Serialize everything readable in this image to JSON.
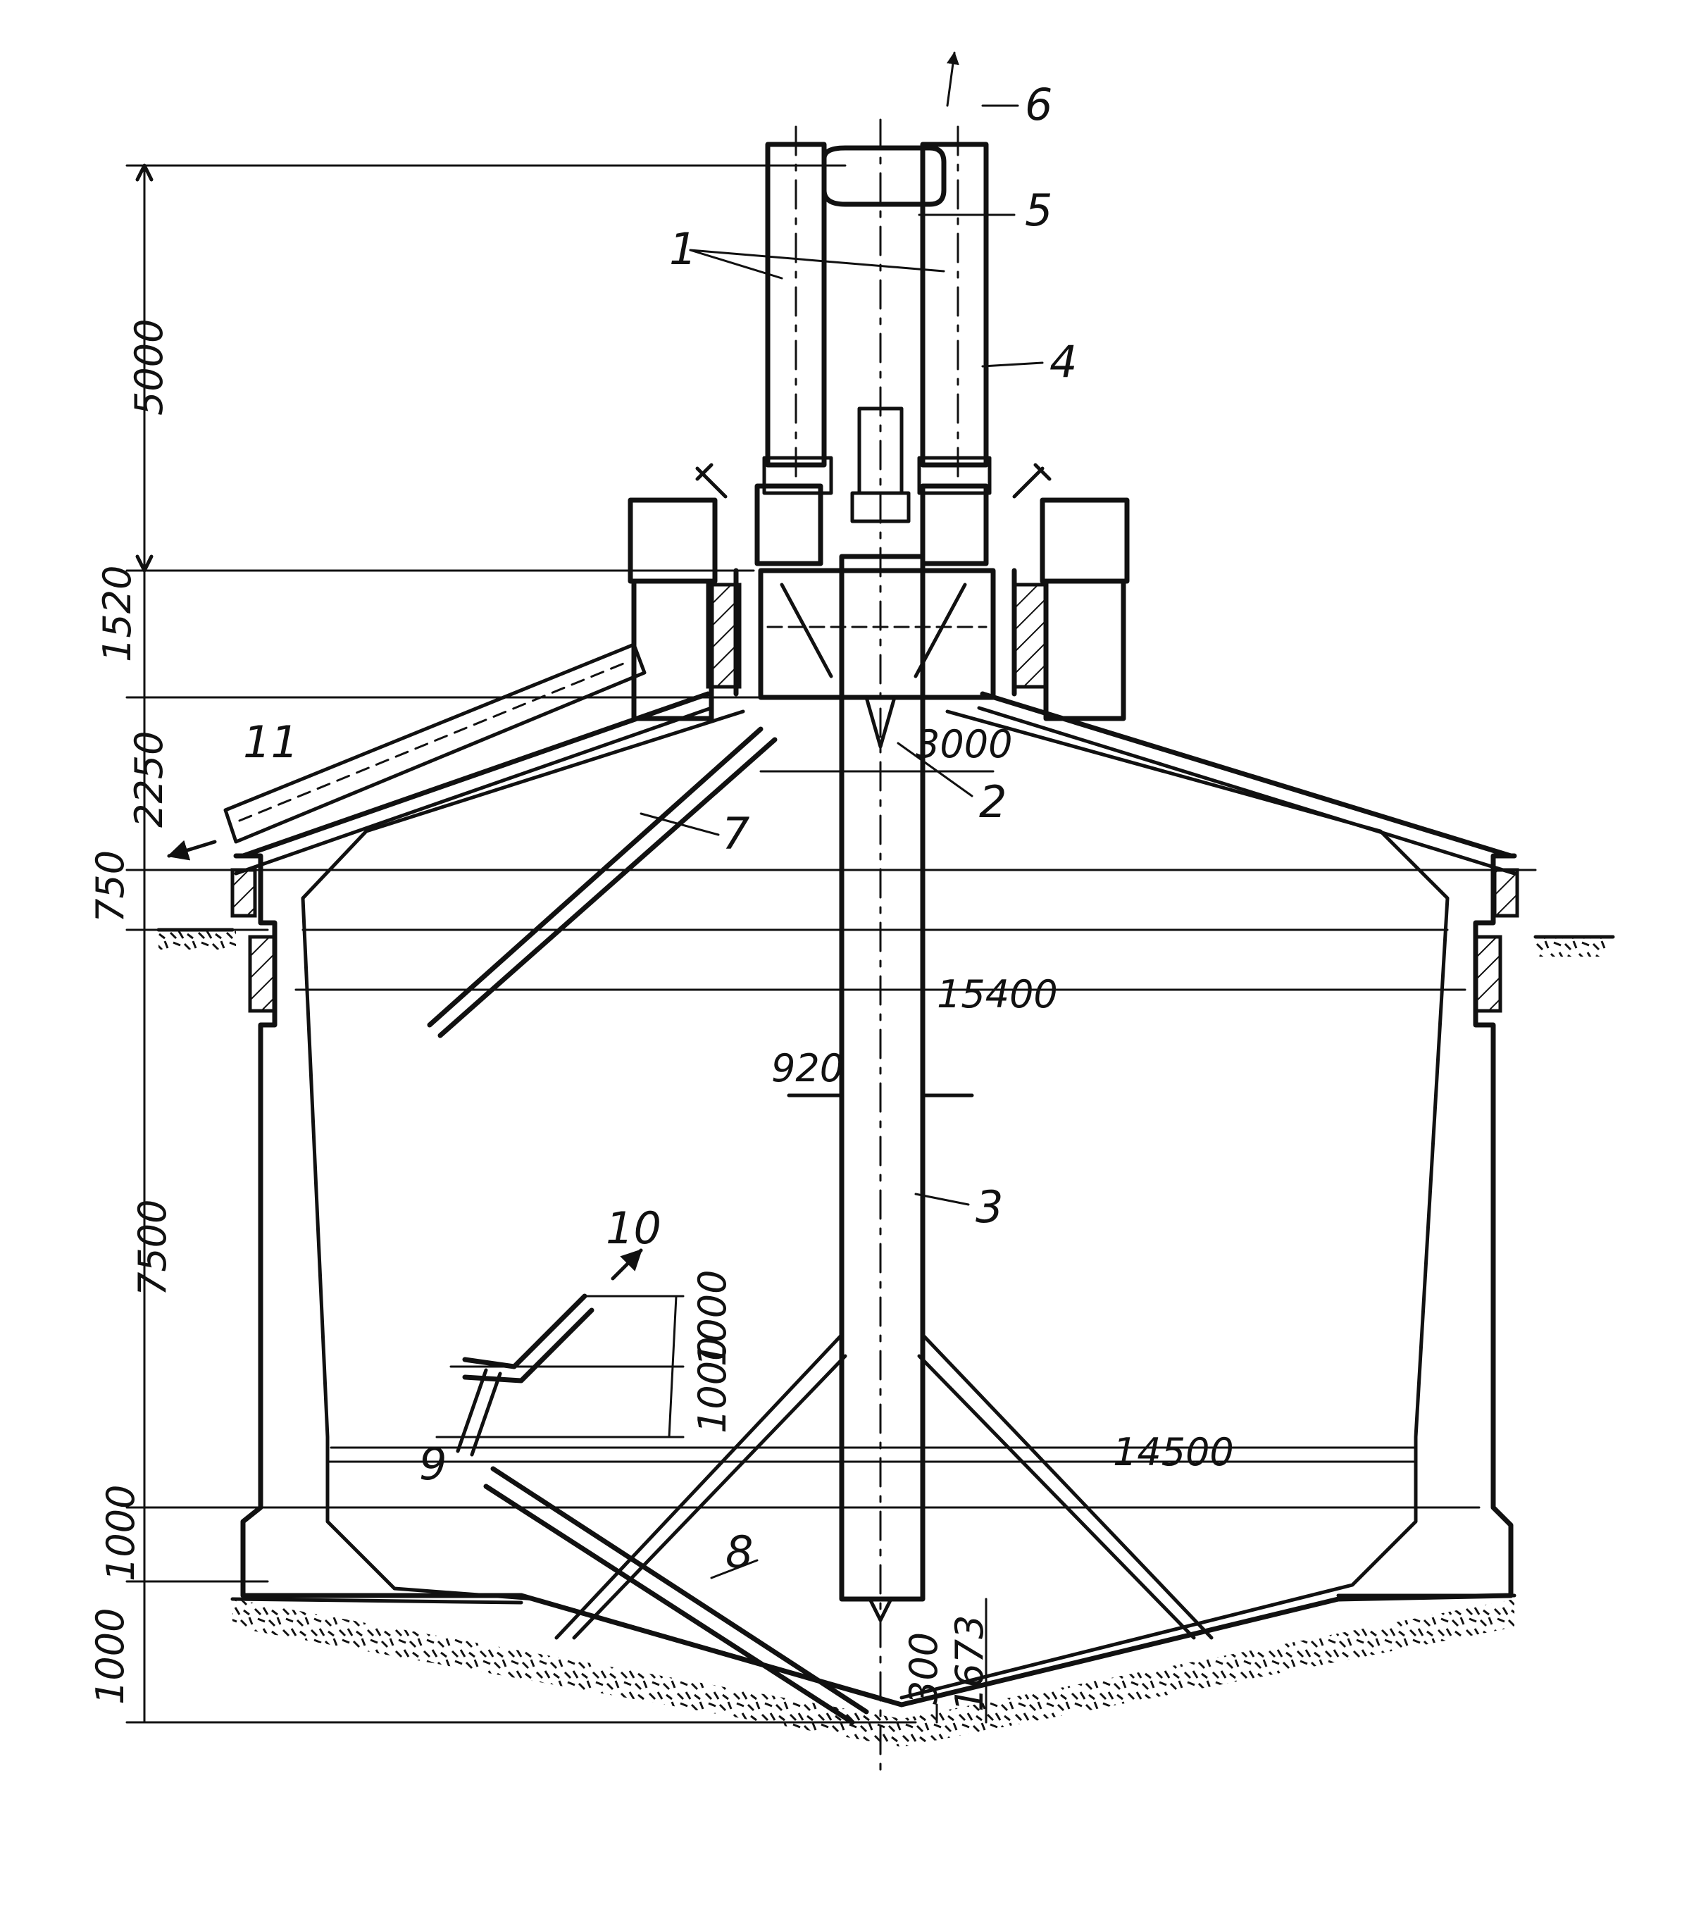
{
  "callouts": {
    "c1": "1",
    "c2": "2",
    "c3": "3",
    "c4": "4",
    "c5": "5",
    "c6": "6",
    "c7": "7",
    "c8": "8",
    "c9": "9",
    "c10": "10",
    "c11": "11"
  },
  "dimensions": {
    "d5000": "5000",
    "d1520": "1520",
    "d2250": "2250",
    "d750": "750",
    "d7500": "7500",
    "d1000_side": "1000",
    "d1000_bottom": "1000",
    "d3000": "3000",
    "d15400": "15400",
    "d920": "920",
    "d14500": "14500",
    "d1000_a": "1000",
    "d1000_b": "1000",
    "d300": "300",
    "d1673": "1673"
  }
}
